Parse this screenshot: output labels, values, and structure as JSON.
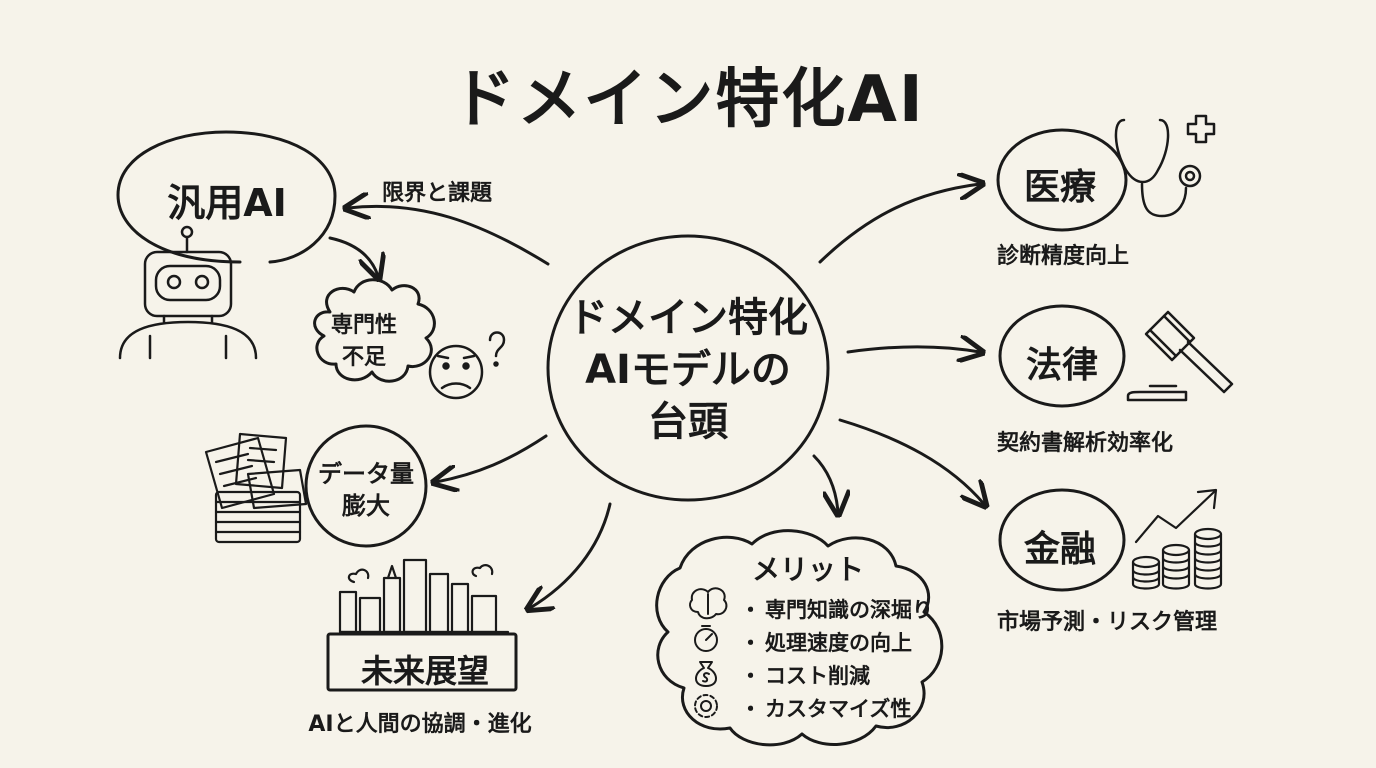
{
  "title": "ドメイン特化AI",
  "center": {
    "line1": "ドメイン特化",
    "line2": "AIモデルの",
    "line3": "台頭"
  },
  "general_ai": {
    "label": "汎用AI",
    "limits_label": "限界と課題",
    "lack_line1": "専門性",
    "lack_line2": "不足",
    "data_line1": "データ量",
    "data_line2": "膨大"
  },
  "future": {
    "title": "未来展望",
    "subtitle": "AIと人間の協調・進化"
  },
  "merits": {
    "title": "メリット",
    "items": [
      {
        "text": "専門知識の深堀り",
        "icon": "brain-icon"
      },
      {
        "text": "処理速度の向上",
        "icon": "stopwatch-icon"
      },
      {
        "text": "コスト削減",
        "icon": "money-bag-icon"
      },
      {
        "text": "カスタマイズ性",
        "icon": "gear-icon"
      }
    ]
  },
  "domains": {
    "medical": {
      "title": "医療",
      "subtitle": "診断精度向上",
      "icon": "stethoscope-icon"
    },
    "law": {
      "title": "法律",
      "subtitle": "契約書解析効率化",
      "icon": "gavel-icon"
    },
    "finance": {
      "title": "金融",
      "subtitle": "市場予測・リスク管理",
      "icon": "coins-growth-icon"
    }
  },
  "colors": {
    "background": "#f6f3ea",
    "ink": "#1a1a1a"
  }
}
